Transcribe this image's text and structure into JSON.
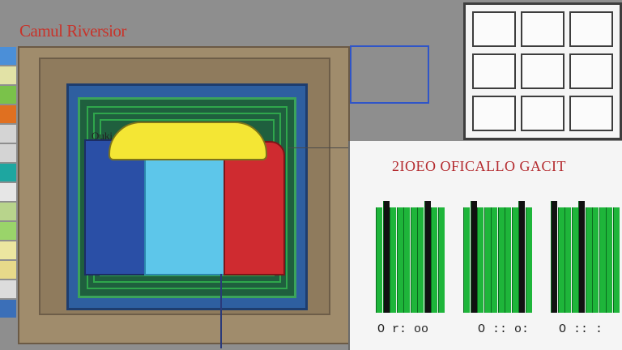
{
  "window": {
    "title": "Camul Riversior"
  },
  "sidebar": {
    "swatches": [
      "#4b8fd8",
      "#e2e2a6",
      "#7ac24a",
      "#e07020",
      "#d4d4d4",
      "#d4d4d4",
      "#1ea6a0",
      "#e6e6e6",
      "#b8d48c",
      "#9ad46a",
      "#ece6a0",
      "#e7d98a",
      "#dcdcdc",
      "#3b6fb8"
    ]
  },
  "viewport": {
    "cube_label": "Ouki"
  },
  "report": {
    "title": "2IOEO OFICALLO GACIT",
    "axis_labels": [
      "O r: oo",
      "O :: o:",
      "O :: :"
    ]
  },
  "colors": {
    "accent": "#c8332a",
    "bar": "#1eb53a",
    "callout_border": "#2f55c8"
  }
}
